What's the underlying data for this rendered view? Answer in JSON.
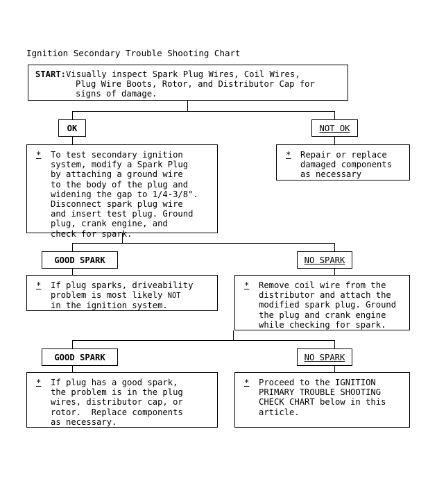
{
  "chart_data": {
    "type": "diagram",
    "title": "Ignition Secondary Trouble Shooting Chart",
    "nodes": [
      {
        "id": "start",
        "kind": "process",
        "keyword": "START:",
        "lines": [
          "Visually inspect Spark Plug Wires, Coil Wires,",
          "Plug Wire Boots, Rotor, and Distributor Cap for",
          "signs of damage."
        ]
      },
      {
        "id": "ok",
        "kind": "branch-label",
        "label": "OK",
        "style": "bold"
      },
      {
        "id": "not-ok",
        "kind": "branch-label",
        "label": "NOT OK",
        "style": "underline"
      },
      {
        "id": "test-procedure",
        "kind": "process",
        "bullet": "*",
        "lines": [
          "To test secondary ignition",
          "system, modify a Spark Plug",
          "by attaching a ground wire",
          "to the body of the plug and",
          "widening the gap to 1/4-3/8\".",
          "Disconnect spark plug wire",
          "and insert test plug. Ground",
          "plug, crank engine, and",
          "check for spark."
        ]
      },
      {
        "id": "repair-replace",
        "kind": "process",
        "bullet": "*",
        "lines": [
          "Repair or replace",
          "damaged components",
          "as necessary"
        ]
      },
      {
        "id": "good-spark-1",
        "kind": "branch-label",
        "label": "GOOD SPARK",
        "style": "bold"
      },
      {
        "id": "no-spark-1",
        "kind": "branch-label",
        "label": "NO SPARK",
        "style": "underline"
      },
      {
        "id": "driveability",
        "kind": "process",
        "bullet": "*",
        "lines": [
          "If plug sparks, driveability",
          "problem is most likely NOT",
          "in the ignition system."
        ],
        "small_caps_word": "NOT"
      },
      {
        "id": "remove-coil-wire",
        "kind": "process",
        "bullet": "*",
        "lines": [
          "Remove coil wire from the",
          "distributor and attach the",
          "modified spark plug. Ground",
          "the plug and crank engine",
          "while checking for spark."
        ]
      },
      {
        "id": "good-spark-2",
        "kind": "branch-label",
        "label": "GOOD SPARK",
        "style": "bold"
      },
      {
        "id": "no-spark-2",
        "kind": "branch-label",
        "label": "NO SPARK",
        "style": "underline"
      },
      {
        "id": "plug-wires-cap-rotor",
        "kind": "process",
        "bullet": "*",
        "lines": [
          "If plug has a good spark,",
          "the problem is in the plug",
          "wires, distributor cap, or",
          "rotor.  Replace components",
          "as necessary."
        ]
      },
      {
        "id": "proceed-primary",
        "kind": "process",
        "bullet": "*",
        "lines": [
          "Proceed to the IGNITION",
          "PRIMARY TROUBLE SHOOTING",
          "CHECK CHART below in this",
          "article."
        ]
      }
    ],
    "edges": [
      {
        "from": "start",
        "to": "ok"
      },
      {
        "from": "start",
        "to": "not-ok"
      },
      {
        "from": "ok",
        "to": "test-procedure"
      },
      {
        "from": "not-ok",
        "to": "repair-replace"
      },
      {
        "from": "test-procedure",
        "to": "good-spark-1"
      },
      {
        "from": "test-procedure",
        "to": "no-spark-1"
      },
      {
        "from": "good-spark-1",
        "to": "driveability"
      },
      {
        "from": "no-spark-1",
        "to": "remove-coil-wire"
      },
      {
        "from": "remove-coil-wire",
        "to": "good-spark-2"
      },
      {
        "from": "remove-coil-wire",
        "to": "no-spark-2"
      },
      {
        "from": "good-spark-2",
        "to": "plug-wires-cap-rotor"
      },
      {
        "from": "no-spark-2",
        "to": "proceed-primary"
      }
    ],
    "colors": {
      "stroke": "#000000",
      "background": "#ffffff",
      "text": "#000000"
    }
  },
  "start": {
    "keyword": "START:",
    "line1": "Visually inspect Spark Plug Wires, Coil Wires,",
    "line2": "Plug Wire Boots, Rotor, and Distributor Cap for",
    "line3": "signs of damage."
  },
  "labels": {
    "ok": "OK",
    "not_ok": "NOT OK",
    "good_spark_1": "GOOD SPARK",
    "no_spark_1": "NO SPARK",
    "good_spark_2": "GOOD SPARK",
    "no_spark_2": "NO SPARK"
  },
  "bullet": "*",
  "boxes": {
    "test_procedure": "To test secondary ignition\nsystem, modify a Spark Plug\nby attaching a ground wire\nto the body of the plug and\nwidening the gap to 1/4-3/8\".\nDisconnect spark plug wire\nand insert test plug. Ground\nplug, crank engine, and\ncheck for spark.",
    "repair_replace": "Repair or replace\ndamaged components\nas necessary",
    "driveability_a": "If plug sparks, driveability\nproblem is most likely ",
    "driveability_not": "NOT",
    "driveability_b": "\nin the ignition system.",
    "remove_coil_wire": "Remove coil wire from the\ndistributor and attach the\nmodified spark plug. Ground\nthe plug and crank engine\nwhile checking for spark.",
    "plug_wires": "If plug has a good spark,\nthe problem is in the plug\nwires, distributor cap, or\nrotor.  Replace components\nas necessary.",
    "proceed_primary": "Proceed to the IGNITION\nPRIMARY TROUBLE SHOOTING\nCHECK CHART below in this\narticle."
  }
}
